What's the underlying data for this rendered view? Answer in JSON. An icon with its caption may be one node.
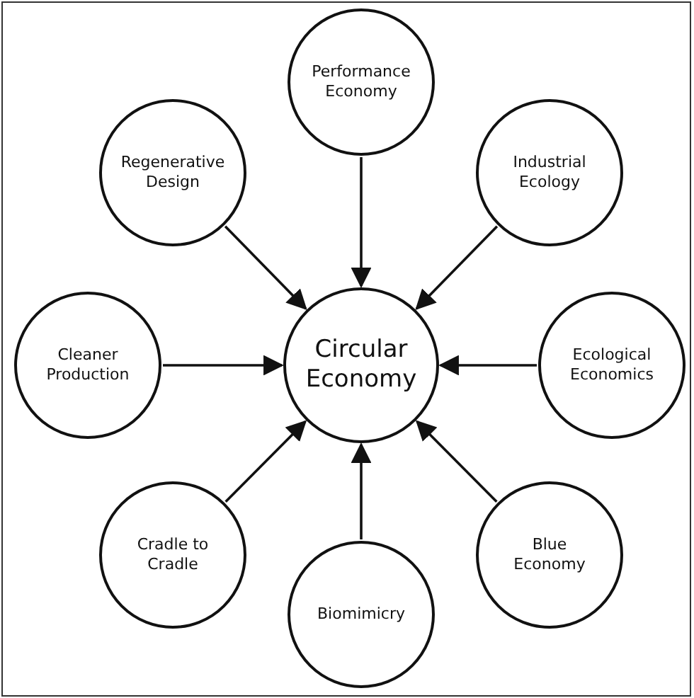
{
  "diagram": {
    "nodes": [
      {
        "text": [
          "Performance Economy"
        ]
      },
      {
        "text": [
          "Regenerative Design"
        ]
      },
      {
        "text": [
          "Industrial Ecology"
        ]
      },
      {
        "text": [
          "Cleaner Production"
        ]
      },
      {
        "text": [
          "Circular Economy"
        ]
      },
      {
        "text": [
          "Ecological Economics"
        ]
      },
      {
        "text": [
          "Cradle to Cradle"
        ]
      },
      {
        "text": [
          "Blue Economy"
        ]
      },
      {
        "text": [
          "Biomimicry"
        ]
      }
    ],
    "edges": [
      {
        "from": 0,
        "to": 4,
        "arrow": "to"
      },
      {
        "from": 1,
        "to": 4,
        "arrow": "to"
      },
      {
        "from": 2,
        "to": 4,
        "arrow": "to"
      },
      {
        "from": 3,
        "to": 4,
        "arrow": "to"
      },
      {
        "from": 5,
        "to": 4,
        "arrow": "to"
      },
      {
        "from": 6,
        "to": 4,
        "arrow": "to"
      },
      {
        "from": 8,
        "to": 4,
        "arrow": "to"
      },
      {
        "from": 7,
        "to": 4,
        "arrow": "to"
      }
    ]
  }
}
